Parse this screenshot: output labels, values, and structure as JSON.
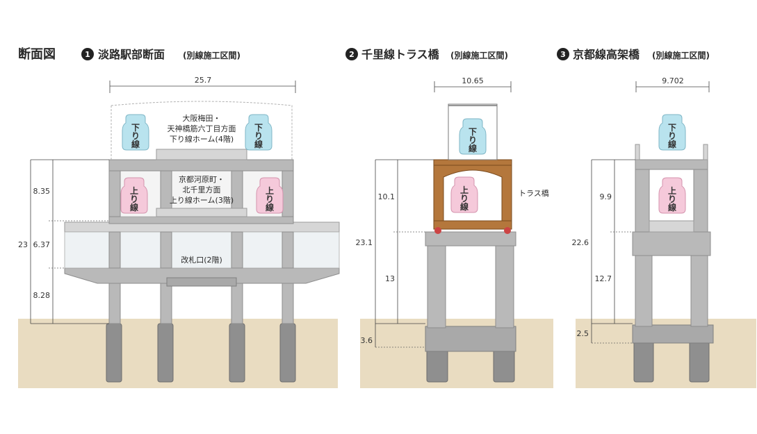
{
  "main_title": "断面図",
  "sections": [
    {
      "number": "1",
      "title": "淡路駅部断面",
      "subtitle": "(別線施工区間)",
      "width_dim": "25.7",
      "height_total": "23",
      "height_segments": [
        "8.35",
        "6.37",
        "8.28"
      ],
      "labels": {
        "down_platform": [
          "大阪梅田・",
          "天神橋筋六丁目方面",
          "下り線ホーム(4階)"
        ],
        "up_platform": [
          "京都河原町・",
          "北千里方面",
          "上り線ホーム(3階)"
        ],
        "gate": "改札口(2階)"
      },
      "trains": {
        "down": "下り線",
        "up": "上り線"
      }
    },
    {
      "number": "2",
      "title": "千里線トラス橋",
      "subtitle": "(別線施工区間)",
      "width_dim": "10.65",
      "height_total": "23.1",
      "height_segments": [
        "10.1",
        "13"
      ],
      "below_ground": "3.6",
      "labels": {
        "truss": "トラス橋"
      },
      "trains": {
        "down": "下り線",
        "up": "上り線"
      }
    },
    {
      "number": "3",
      "title": "京都線高架橋",
      "subtitle": "(別線施工区間)",
      "width_dim": "9.702",
      "height_total": "22.6",
      "height_segments": [
        "9.9",
        "12.7"
      ],
      "below_ground": "2.5",
      "trains": {
        "down": "下り線",
        "up": "上り線"
      }
    }
  ],
  "colors": {
    "ground": "#e9dcc1",
    "concrete": "#b9b9b9",
    "truss": "#b4773c",
    "train_down": "#b9e3ee",
    "train_up": "#f5c9da"
  }
}
